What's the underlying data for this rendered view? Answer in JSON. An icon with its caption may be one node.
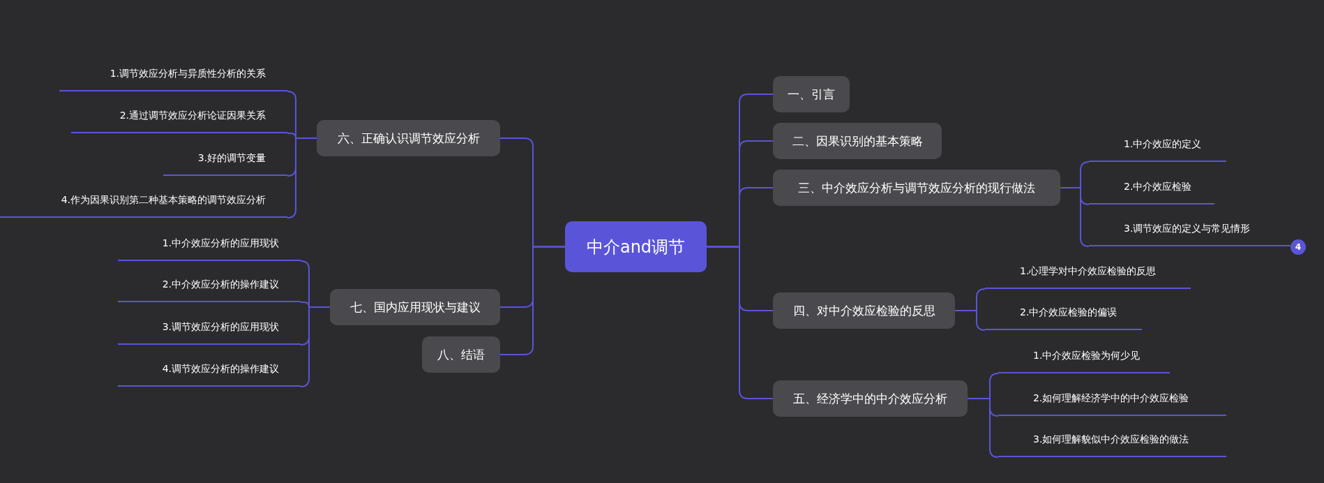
{
  "diagram": {
    "nodes": [
      {
        "text": [
          "中介and调节"
        ]
      },
      {
        "text": [
          "一、引言"
        ]
      },
      {
        "text": [
          "二、因果识别的基本策略"
        ]
      },
      {
        "text": [
          "三、中介效应分析与调节效应分析的现行做法"
        ]
      },
      {
        "text": [
          "1.中介效应的定义"
        ]
      },
      {
        "text": [
          "2.中介效应检验"
        ]
      },
      {
        "text": [
          "3.调节效应的定义与常见情形"
        ]
      },
      {
        "text": [
          "四、对中介效应检验的反思"
        ]
      },
      {
        "text": [
          "1.心理学对中介效应检验的反思"
        ]
      },
      {
        "text": [
          "2.中介效应检验的偏误"
        ]
      },
      {
        "text": [
          "五、经济学中的中介效应分析"
        ]
      },
      {
        "text": [
          "1.中介效应检验为何少见"
        ]
      },
      {
        "text": [
          "2.如何理解经济学中的中介效应检验"
        ]
      },
      {
        "text": [
          "3.如何理解貌似中介效应检验的做法"
        ]
      },
      {
        "text": [
          "六、正确认识调节效应分析"
        ]
      },
      {
        "text": [
          "1.调节效应分析与异质性分析的关系"
        ]
      },
      {
        "text": [
          "2.通过调节效应分析论证因果关系"
        ]
      },
      {
        "text": [
          "3.好的调节变量"
        ]
      },
      {
        "text": [
          "4.作为因果识别第二种基本策略的调节效应分析"
        ]
      },
      {
        "text": [
          "七、国内应用现状与建议"
        ]
      },
      {
        "text": [
          "1.中介效应分析的应用现状"
        ]
      },
      {
        "text": [
          "2.中介效应分析的操作建议"
        ]
      },
      {
        "text": [
          "3.调节效应分析的应用现状"
        ]
      },
      {
        "text": [
          "4.调节效应分析的操作建议"
        ]
      },
      {
        "text": [
          "八、结语"
        ]
      }
    ],
    "edges": [
      {
        "from": 0,
        "to": 1,
        "arrow": "none"
      },
      {
        "from": 0,
        "to": 2,
        "arrow": "none"
      },
      {
        "from": 0,
        "to": 3,
        "arrow": "none"
      },
      {
        "from": 3,
        "to": 4,
        "arrow": "none"
      },
      {
        "from": 3,
        "to": 5,
        "arrow": "none"
      },
      {
        "from": 3,
        "to": 6,
        "arrow": "none"
      },
      {
        "from": 0,
        "to": 7,
        "arrow": "none"
      },
      {
        "from": 7,
        "to": 8,
        "arrow": "none"
      },
      {
        "from": 7,
        "to": 9,
        "arrow": "none"
      },
      {
        "from": 0,
        "to": 10,
        "arrow": "none"
      },
      {
        "from": 10,
        "to": 11,
        "arrow": "none"
      },
      {
        "from": 10,
        "to": 12,
        "arrow": "none"
      },
      {
        "from": 10,
        "to": 13,
        "arrow": "none"
      },
      {
        "from": 0,
        "to": 14,
        "arrow": "none"
      },
      {
        "from": 14,
        "to": 15,
        "arrow": "none"
      },
      {
        "from": 14,
        "to": 16,
        "arrow": "none"
      },
      {
        "from": 14,
        "to": 17,
        "arrow": "none"
      },
      {
        "from": 14,
        "to": 18,
        "arrow": "none"
      },
      {
        "from": 0,
        "to": 19,
        "arrow": "none"
      },
      {
        "from": 19,
        "to": 20,
        "arrow": "none"
      },
      {
        "from": 19,
        "to": 21,
        "arrow": "none"
      },
      {
        "from": 19,
        "to": 22,
        "arrow": "none"
      },
      {
        "from": 19,
        "to": 23,
        "arrow": "none"
      },
      {
        "from": 0,
        "to": 24,
        "arrow": "none"
      }
    ],
    "labels": [
      "4"
    ]
  }
}
